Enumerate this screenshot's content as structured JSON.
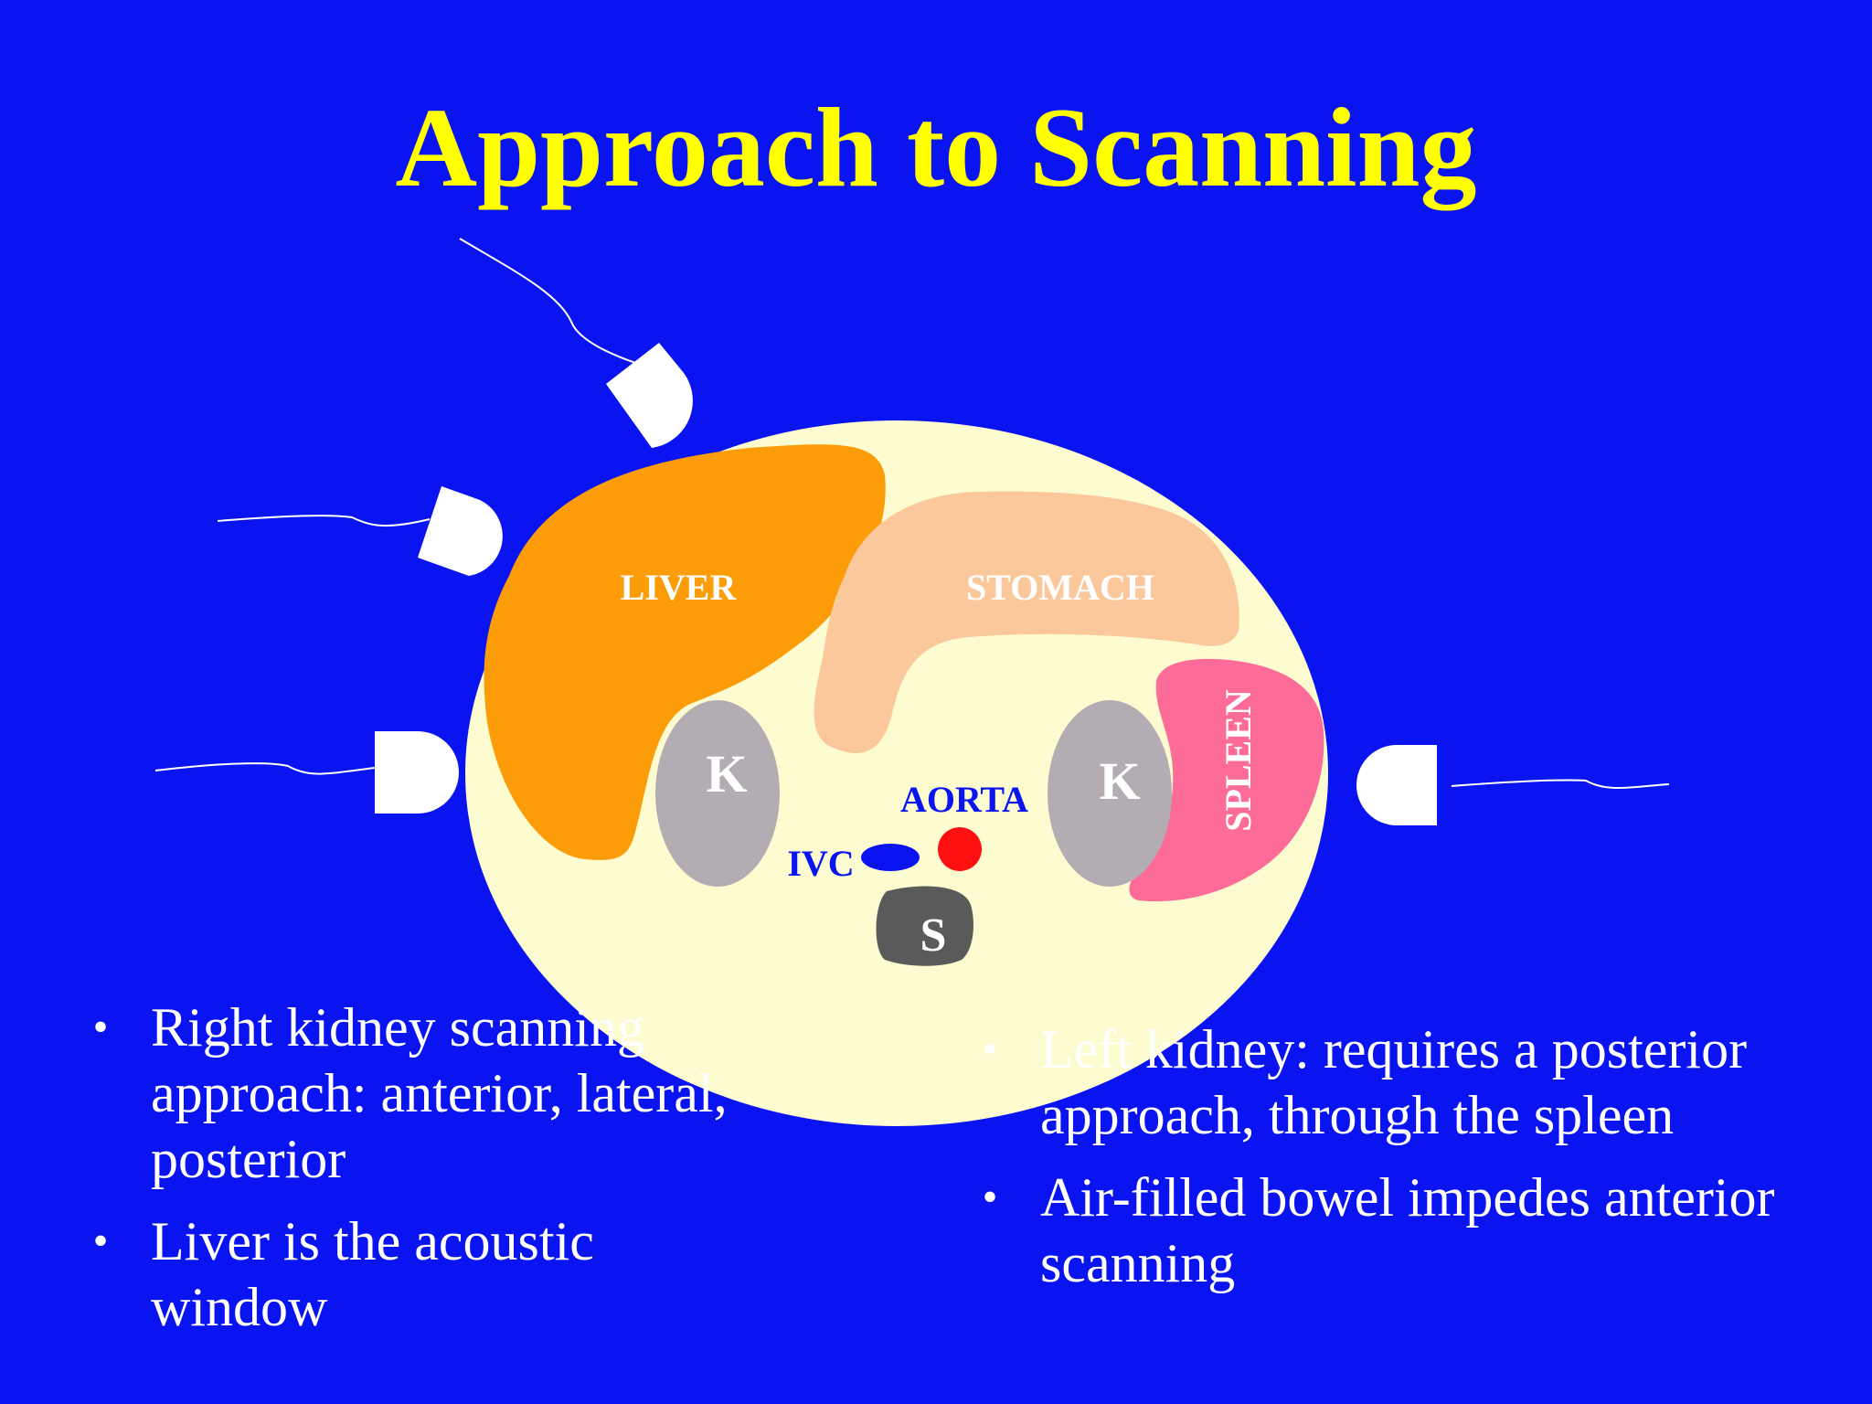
{
  "title": "Approach to Scanning",
  "diagram": {
    "labels": {
      "liver": "LIVER",
      "stomach": "STOMACH",
      "spleen": "SPLEEN",
      "kidney_right": "K",
      "kidney_left": "K",
      "aorta": "AORTA",
      "ivc": "IVC",
      "spine": "S"
    },
    "colors": {
      "background": "#0a14f0",
      "title": "#ffff00",
      "body": "#fdfbd0",
      "liver": "#fb9c08",
      "stomach": "#fbc89c",
      "spleen": "#fd6b98",
      "kidney": "#b3adb3",
      "spine": "#5a5a5a",
      "aorta": "#ff1010",
      "ivc": "#0a14f0",
      "probe": "#ffffff"
    },
    "probes": [
      "anterior-probe",
      "anterolateral-probe",
      "lateral-probe",
      "posterior-left-probe"
    ]
  },
  "bullets_left": [
    "Right kidney scanning approach: anterior, lateral, posterior",
    "Liver is the acoustic window"
  ],
  "bullets_right": [
    "Left kidney: requires a posterior approach, through the spleen",
    "Air-filled bowel impedes anterior scanning"
  ],
  "bullet_symbol": "•"
}
